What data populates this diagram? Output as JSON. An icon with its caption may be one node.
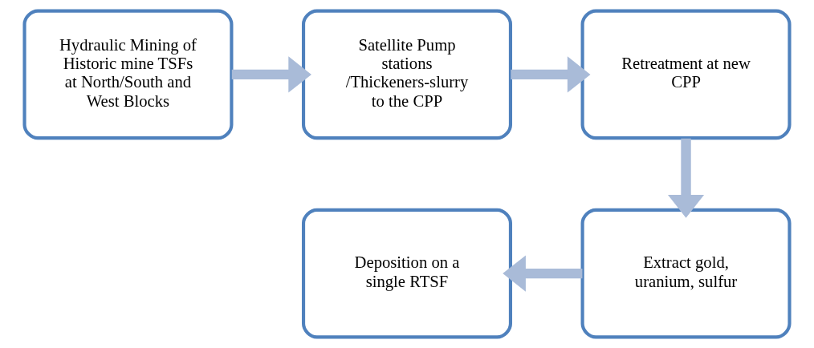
{
  "diagram": {
    "nodes": [
      {
        "text": [
          "Hydraulic Mining of Historic mine TSFs at North/South and West Blocks"
        ]
      },
      {
        "text": [
          "Satellite Pump stations /Thickeners-slurry to the CPP"
        ]
      },
      {
        "text": [
          "Retreatment at new CPP"
        ]
      },
      {
        "text": [
          "Extract gold, uranium, sulfur"
        ]
      },
      {
        "text": [
          "Deposition on a single RTSF"
        ]
      }
    ],
    "edges": [
      {
        "from": 0,
        "to": 1,
        "arrow": "to"
      },
      {
        "from": 1,
        "to": 2,
        "arrow": "to"
      },
      {
        "from": 2,
        "to": 3,
        "arrow": "to"
      },
      {
        "from": 3,
        "to": 4,
        "arrow": "to"
      }
    ]
  }
}
